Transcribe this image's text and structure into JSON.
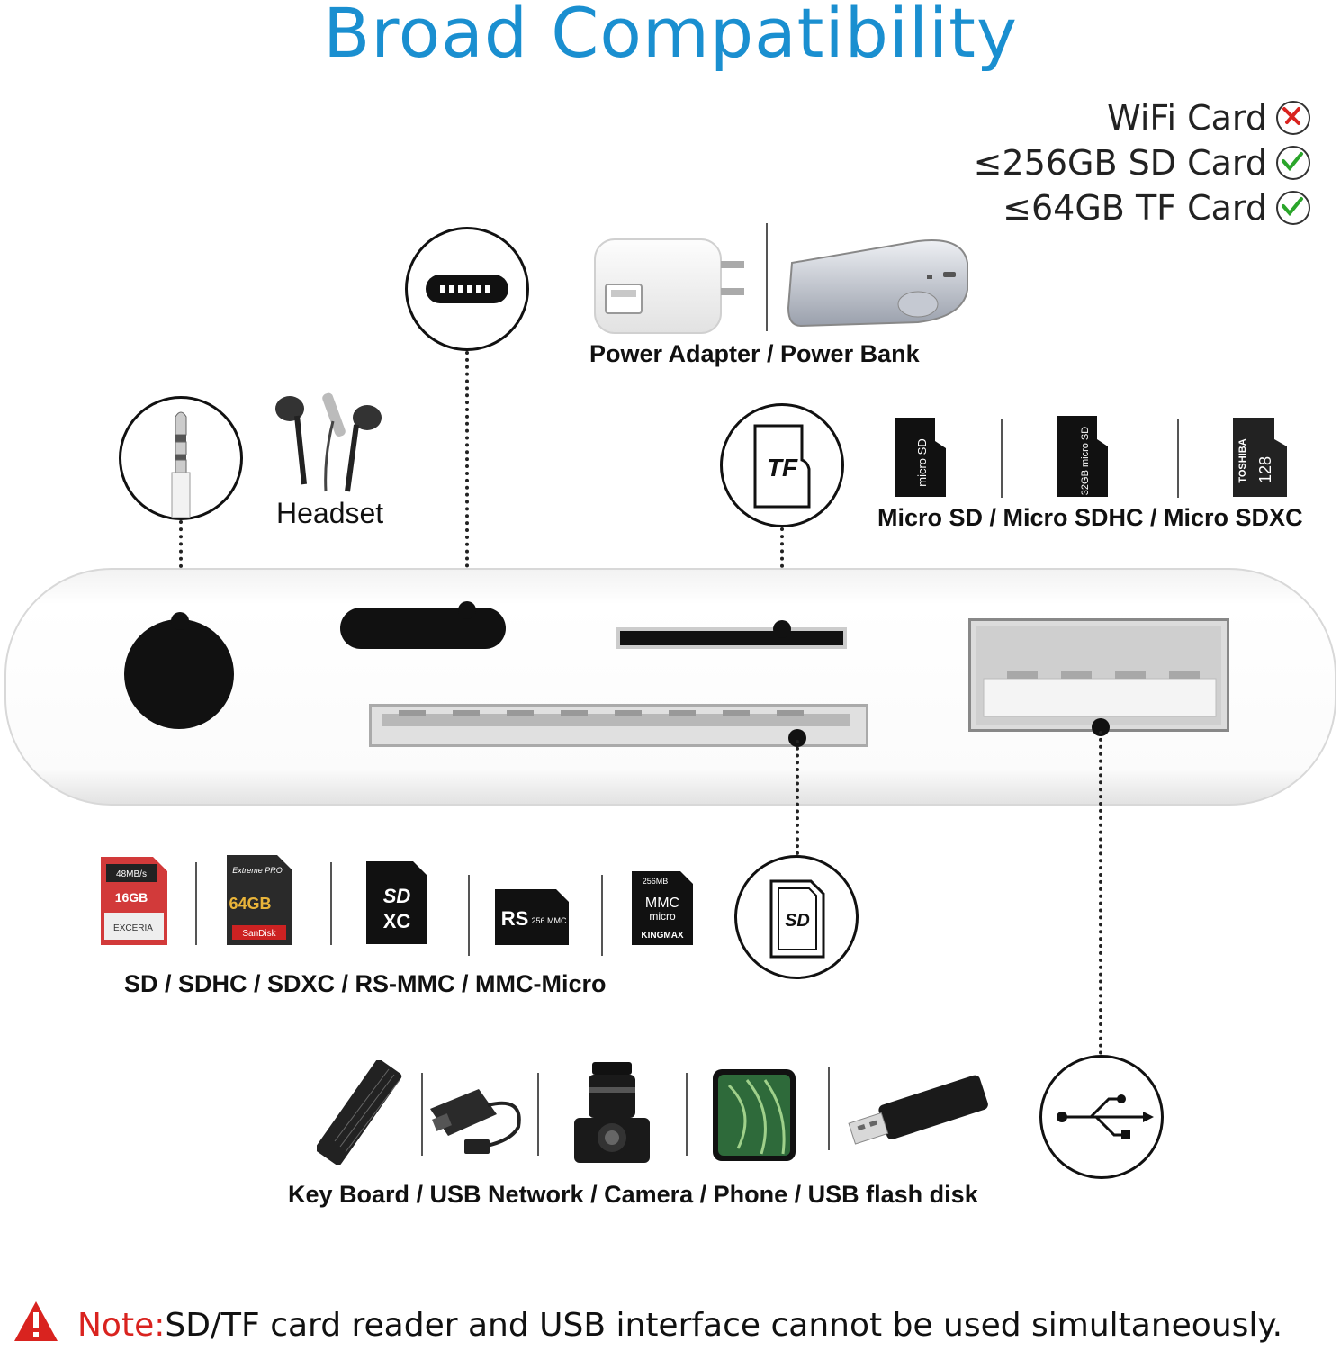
{
  "title": "Broad Compatibility",
  "compatibility": [
    {
      "label": "WiFi Card",
      "status": "unsupported",
      "icon": "cross-icon"
    },
    {
      "label": "≤256GB SD Card",
      "status": "supported",
      "icon": "check-icon"
    },
    {
      "label": "≤64GB TF Card",
      "status": "supported",
      "icon": "check-icon"
    }
  ],
  "labels": {
    "power": "Power Adapter / Power Bank",
    "headset": "Headset",
    "tf_icon": "TF",
    "micro": "Micro SD / Micro SDHC / Micro SDXC",
    "sd": "SD / SDHC / SDXC / RS-MMC / MMC-Micro",
    "usb": "Key Board / USB Network / Camera  / Phone /  USB flash disk"
  },
  "card_texts": {
    "sd1_top": "48MB/s",
    "sd1_cap": "16GB",
    "sd1_brand": "EXCERIA",
    "sd2_top": "Extreme PRO",
    "sd2_cap": "64GB",
    "sd2_brand": "SanDisk",
    "sdxc_top": "SD",
    "sdxc_bottom": "XC",
    "rsmmc": "RS",
    "rsmmc_small": "256 MMC",
    "mmcmicro_size": "256MB",
    "mmcmicro_top": "MMC",
    "mmcmicro_mid": "micro",
    "mmcmicro_brand": "KINGMAX",
    "micro1": "micro SD",
    "micro2": "32GB micro SD",
    "micro3_brand": "TOSHIBA",
    "micro3_cap": "128"
  },
  "note": {
    "prefix": "Note:",
    "text": "SD/TF card reader and USB interface cannot be used simultaneously."
  },
  "colors": {
    "title": "#1a8fd0",
    "note_prefix": "#d9231f",
    "warning": "#d9231f",
    "check": "#2aa52a",
    "cross": "#d9231f"
  }
}
